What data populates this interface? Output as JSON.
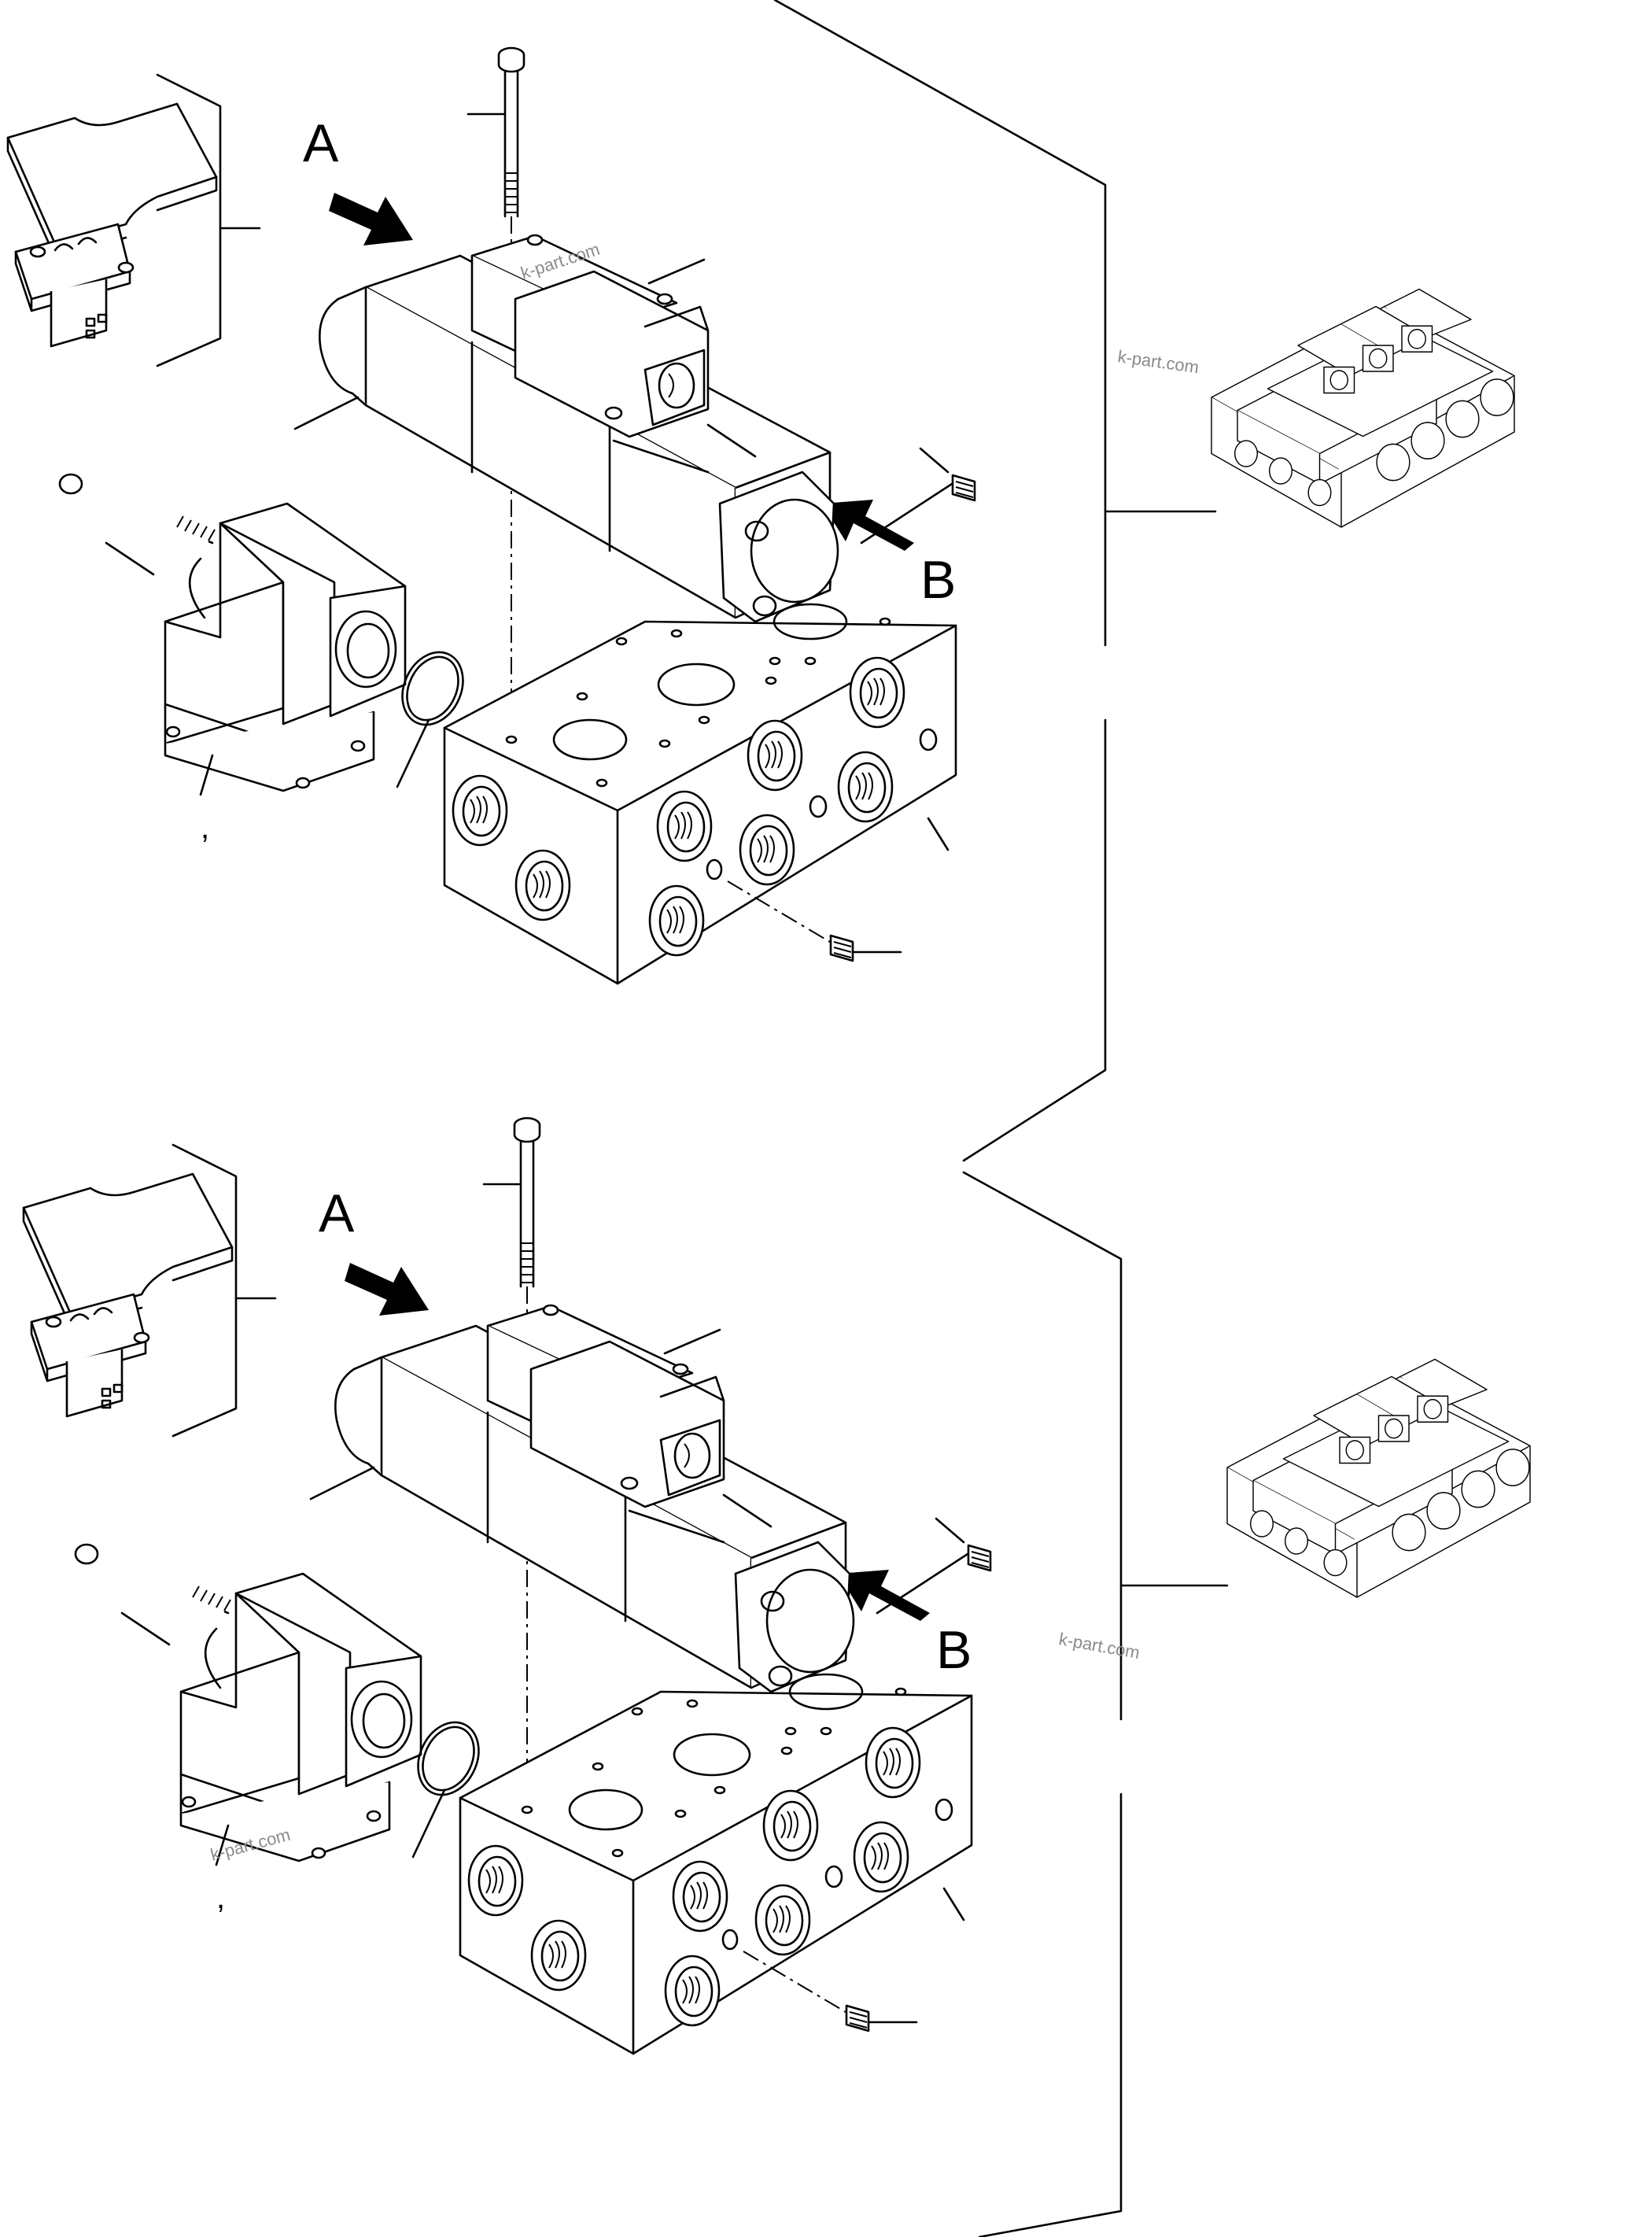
{
  "figure": {
    "upper": {
      "label_a": "A",
      "label_b": "B",
      "comma": ","
    },
    "lower": {
      "label_a": "A",
      "label_b": "B",
      "comma": ","
    }
  },
  "watermarks": [
    "k-part.com",
    "k-part.com",
    "k-part.com",
    "k-part.com"
  ],
  "colors": {
    "ink": "#000000",
    "paper": "#ffffff",
    "watermark": "#8a8a8a"
  }
}
